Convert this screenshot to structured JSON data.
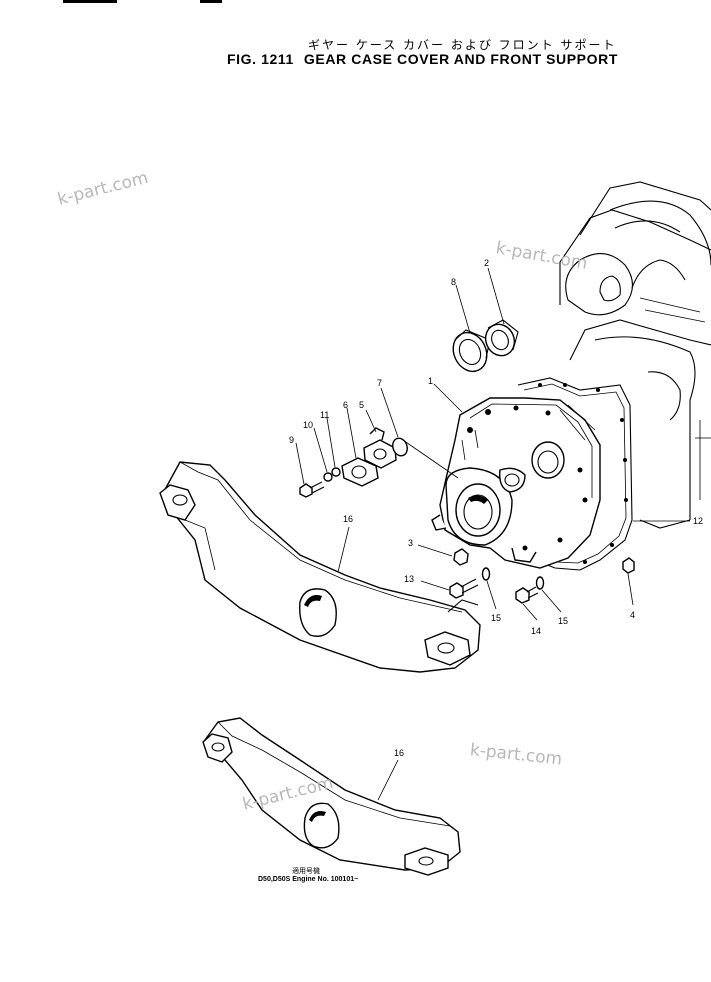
{
  "title": {
    "japanese": "ギヤー ケース カバー および フロント サポート",
    "figure_number": "FIG. 1211",
    "english": "GEAR CASE COVER AND FRONT SUPPORT"
  },
  "watermarks": [
    "k-part.com",
    "k-part.com",
    "k-part.com",
    "k-part.com"
  ],
  "callouts": [
    {
      "id": "c1",
      "label": "1"
    },
    {
      "id": "c2",
      "label": "2"
    },
    {
      "id": "c3",
      "label": "3"
    },
    {
      "id": "c4",
      "label": "4"
    },
    {
      "id": "c5",
      "label": "5"
    },
    {
      "id": "c6",
      "label": "6"
    },
    {
      "id": "c7",
      "label": "7"
    },
    {
      "id": "c8",
      "label": "8"
    },
    {
      "id": "c9",
      "label": "9"
    },
    {
      "id": "c10",
      "label": "10"
    },
    {
      "id": "c11",
      "label": "11"
    },
    {
      "id": "c12",
      "label": "12"
    },
    {
      "id": "c13",
      "label": "13"
    },
    {
      "id": "c14",
      "label": "14"
    },
    {
      "id": "c15a",
      "label": "15"
    },
    {
      "id": "c15b",
      "label": "15"
    },
    {
      "id": "c16a",
      "label": "16"
    },
    {
      "id": "c16b",
      "label": "16"
    }
  ],
  "applicability_note": {
    "japanese": "適用号機",
    "english": "D50,D50S Engine No. 100101~"
  }
}
